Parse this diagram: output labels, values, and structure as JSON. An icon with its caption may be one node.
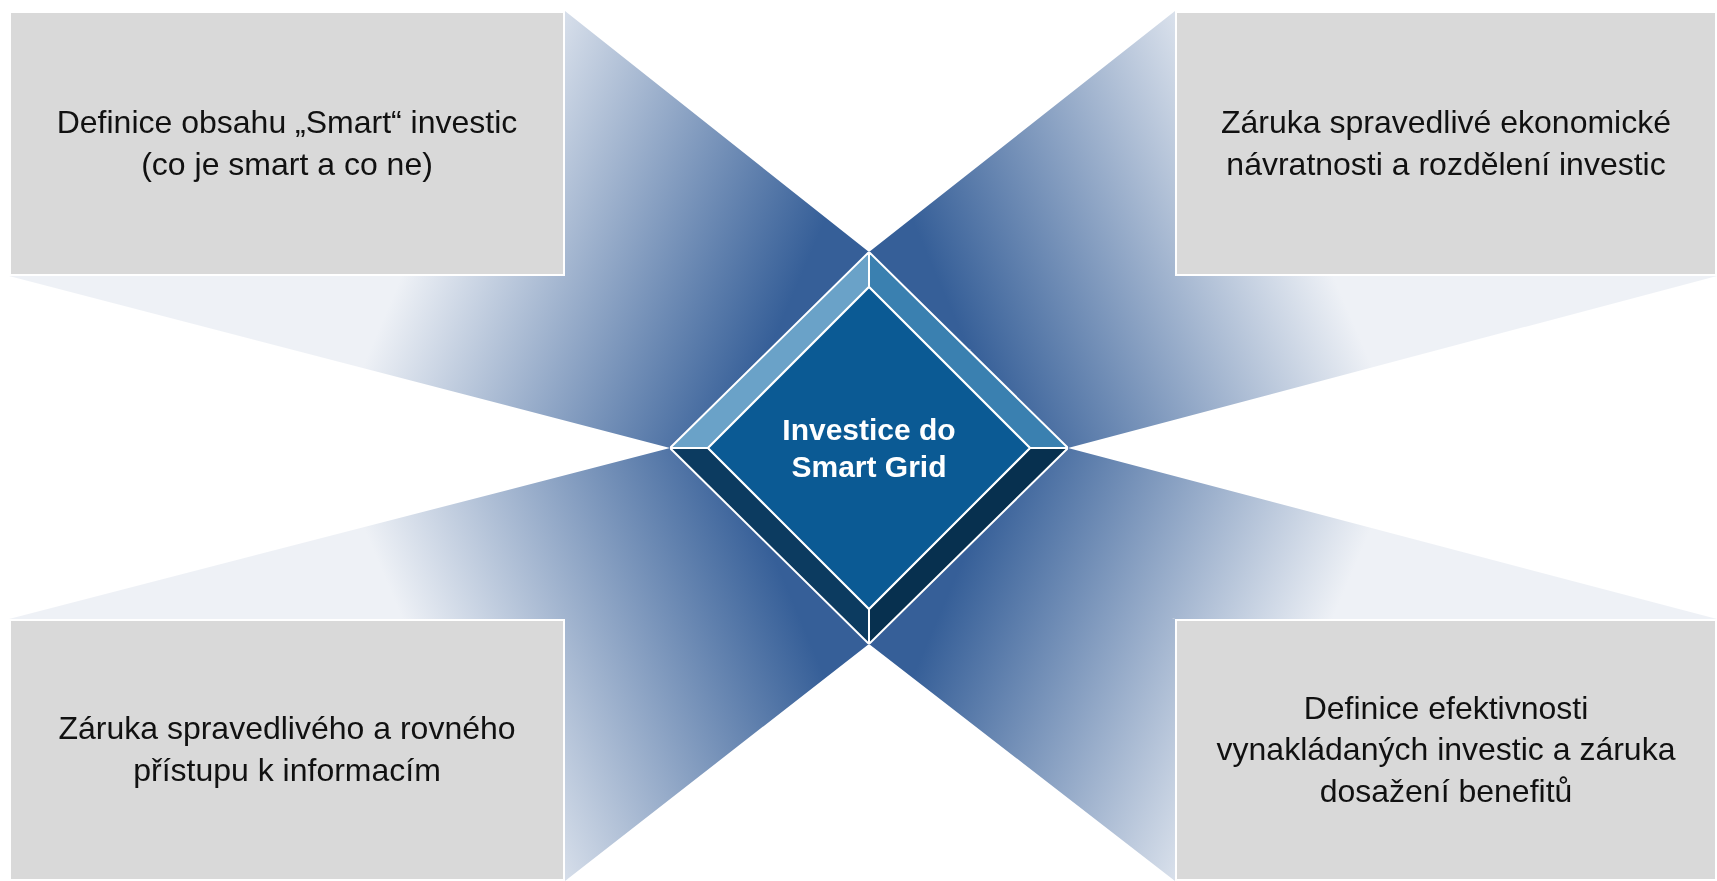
{
  "diagram": {
    "nodes": [
      {
        "text": [
          "Definice obsahu „Smart“ investic (co je smart a co ne)"
        ]
      },
      {
        "text": [
          "Záruka spravedlivé ekonomické návratnosti a rozdělení investic"
        ]
      },
      {
        "text": [
          "Investice do Smart Grid"
        ]
      },
      {
        "text": [
          "Záruka spravedlivého a rovného přístupu k informacím"
        ]
      },
      {
        "text": [
          "Definice efektivnosti vynakládaných investic a záruka dosažení benefitů"
        ]
      }
    ],
    "edges": [
      {
        "from": 2,
        "to": 0,
        "arrow": "none"
      },
      {
        "from": 2,
        "to": 1,
        "arrow": "none"
      },
      {
        "from": 2,
        "to": 3,
        "arrow": "none"
      },
      {
        "from": 2,
        "to": 4,
        "arrow": "none"
      }
    ]
  }
}
